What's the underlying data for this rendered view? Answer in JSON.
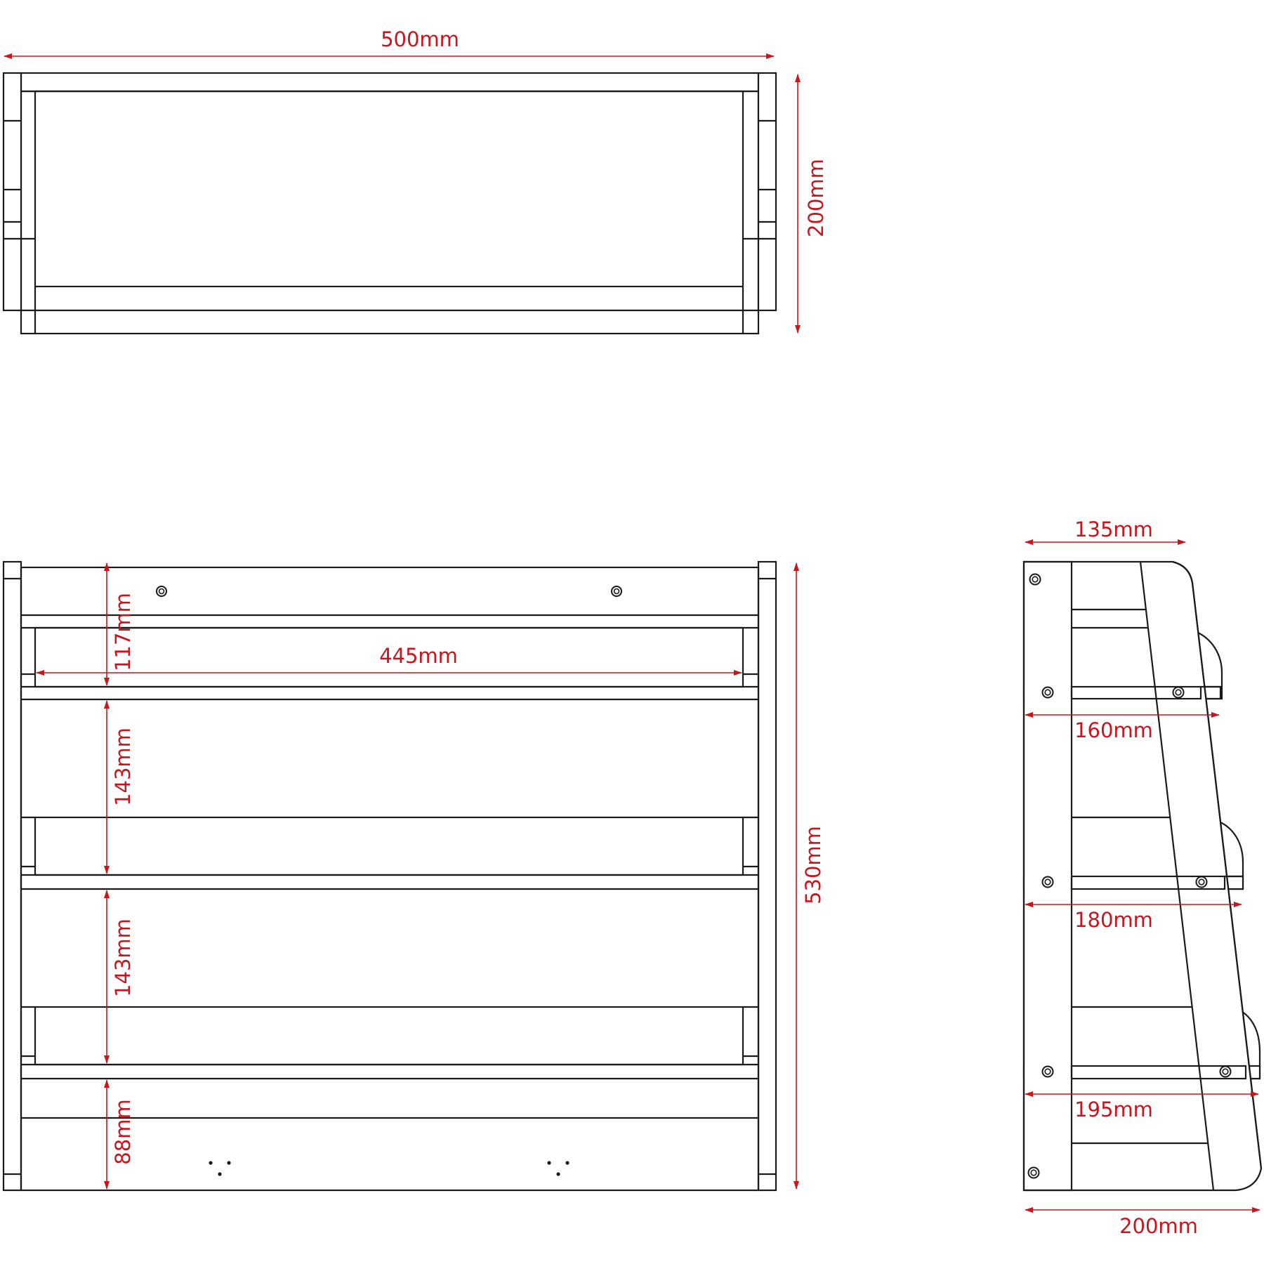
{
  "colors": {
    "outline": "#1a1a1a",
    "dimension": "#c8161d",
    "background": "#ffffff"
  },
  "top_view": {
    "width_label": "500mm",
    "depth_label": "200mm"
  },
  "front_view": {
    "height_label": "530mm",
    "inner_width_label": "445mm",
    "gap_labels": [
      "117mm",
      "143mm",
      "143mm",
      "88mm"
    ]
  },
  "side_view": {
    "top_depth_label": "135mm",
    "shelf_depth_labels": [
      "160mm",
      "180mm",
      "195mm"
    ],
    "base_depth_label": "200mm"
  }
}
